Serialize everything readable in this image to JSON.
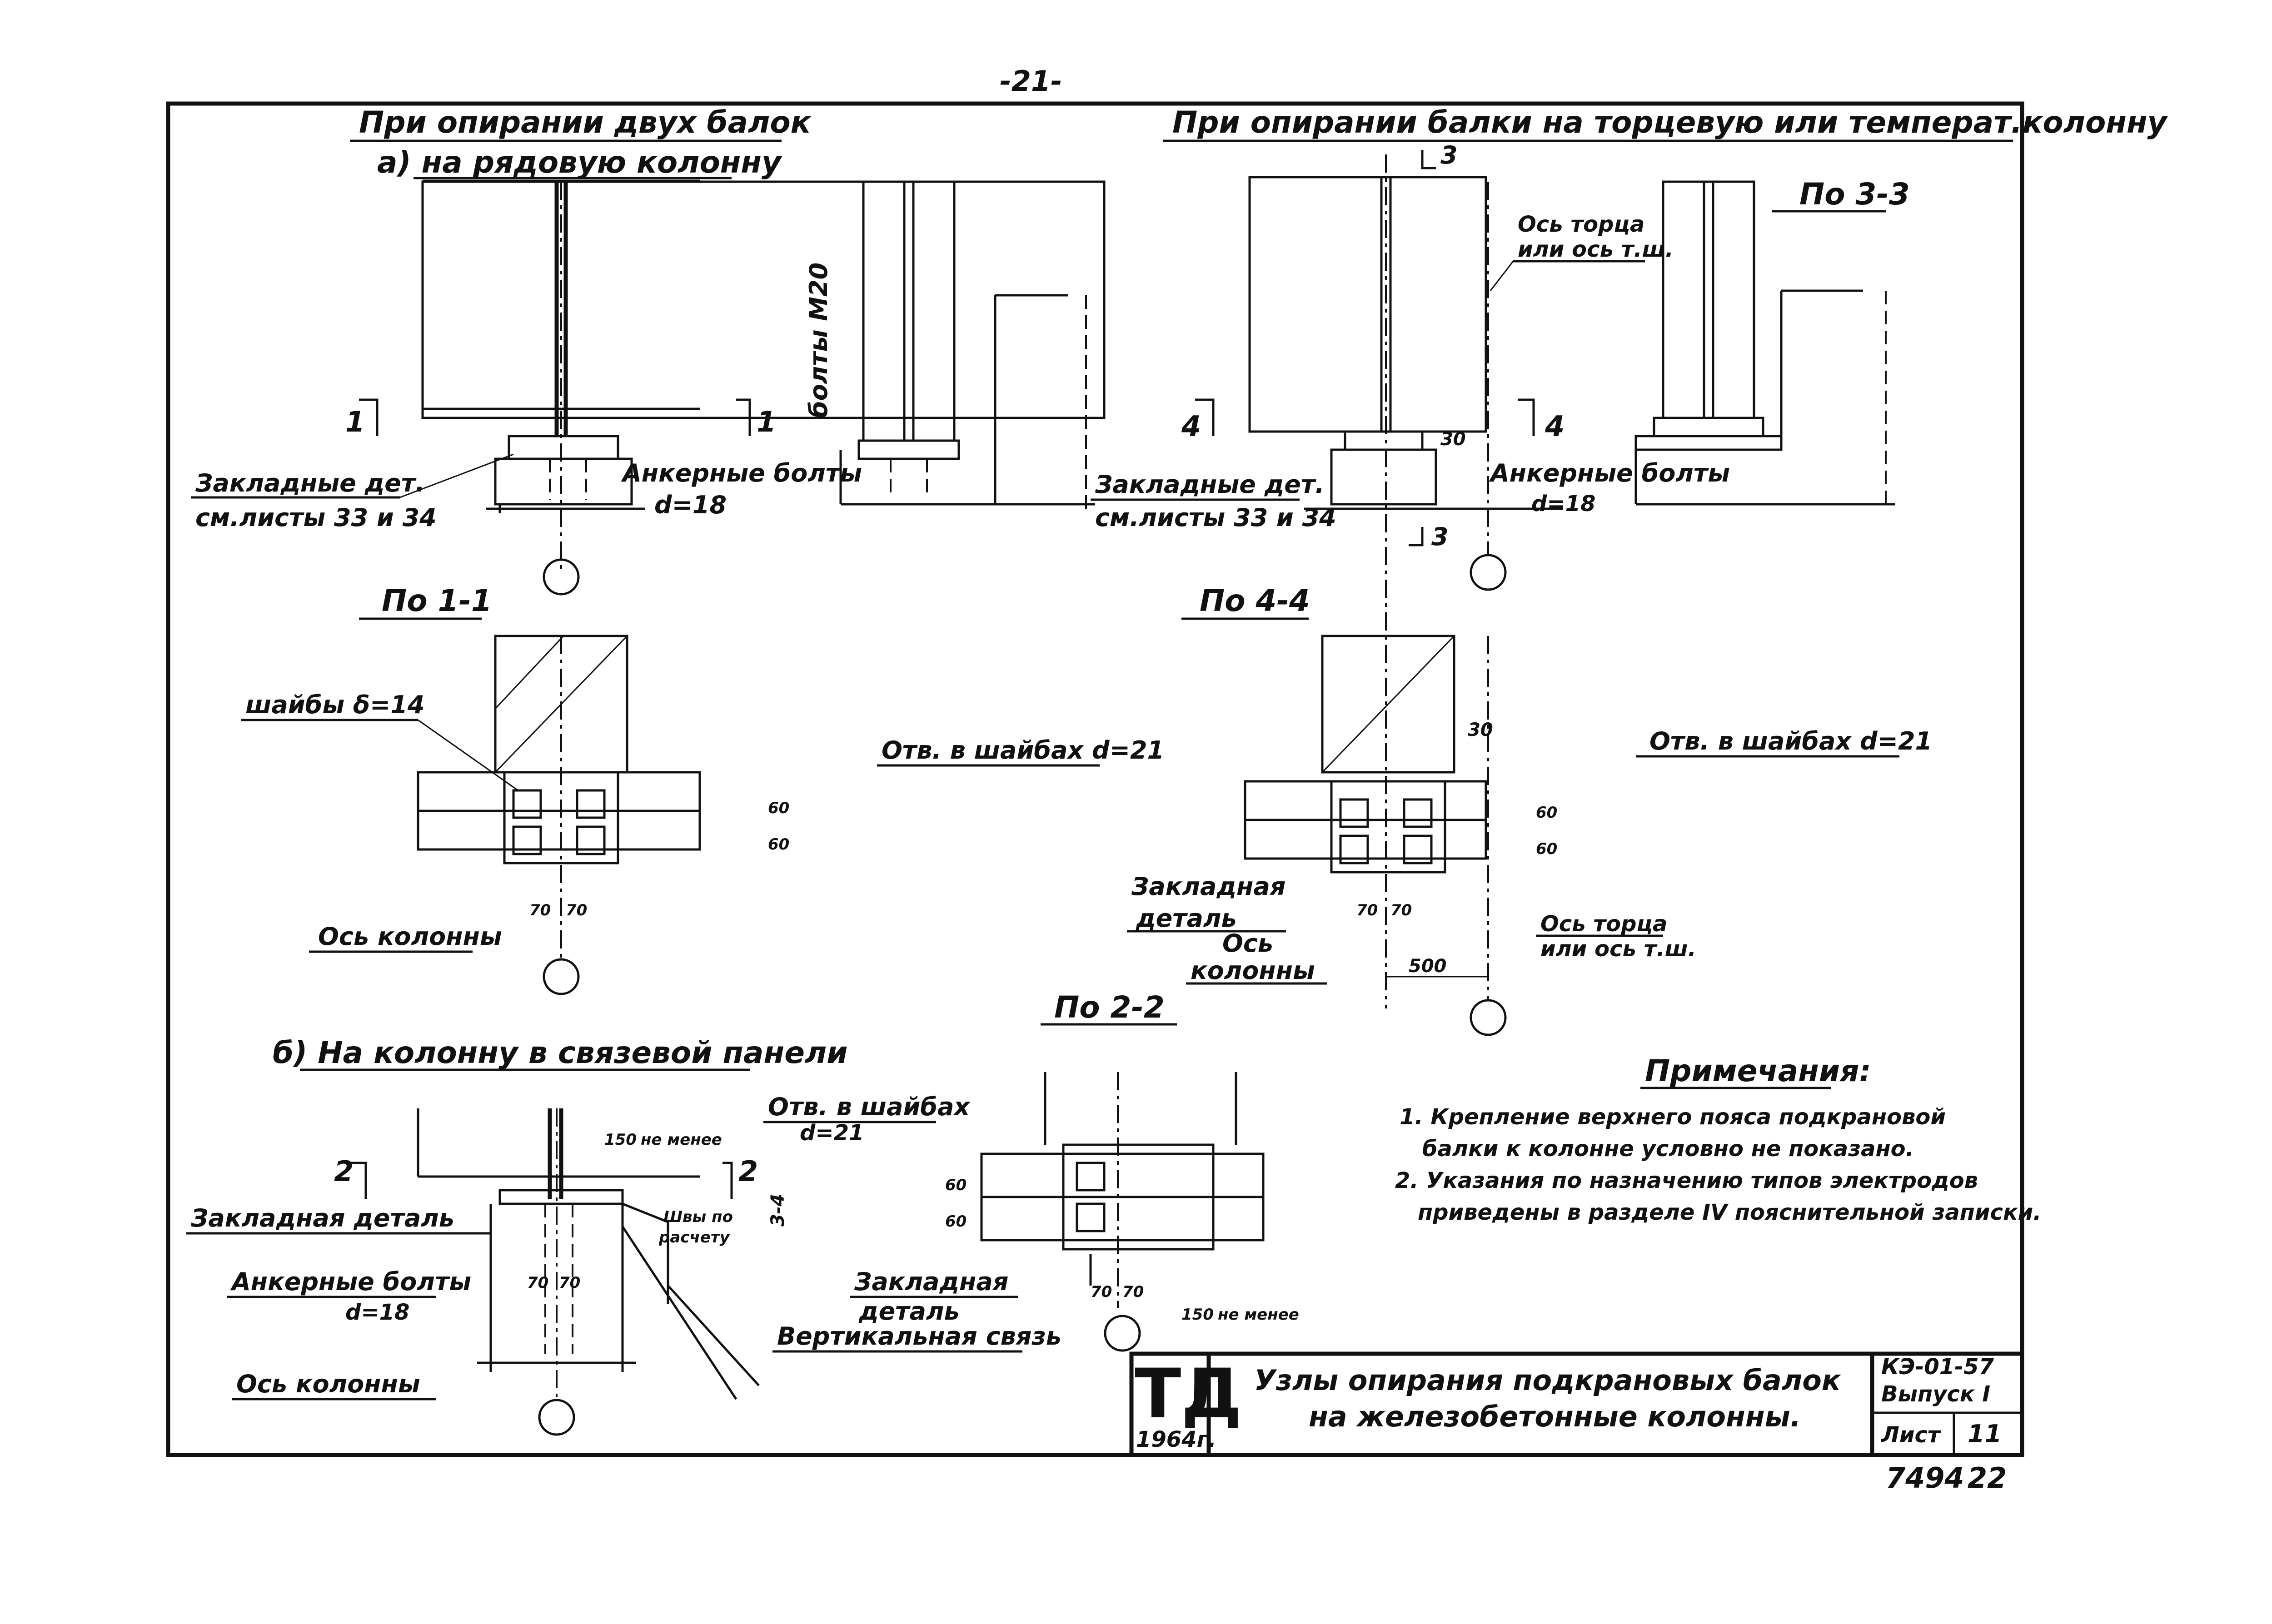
{
  "page_number": "-21-",
  "header_left": "При опирании двух балок",
  "header_right": "При опирании балки на торцевую или температ.колонну",
  "section_a": "а) на рядовую колонну",
  "section_b": "б) На колонну в связевой панели",
  "views": {
    "v11": "По 1-1",
    "v44": "По 4-4",
    "v33": "По 3-3",
    "v22": "По 2-2"
  },
  "cut_marks": [
    "1",
    "1",
    "4",
    "4",
    "3",
    "3",
    "2",
    "2"
  ],
  "labels": {
    "embedded_parts": "Закладные дет.",
    "see_sheets": "см.листы 33 и 34",
    "anchor_bolts": "Анкерные болты",
    "d18": "d=18",
    "bolts_m20": "болты М20",
    "axis_end_1": "Ось торца",
    "axis_end_2": "или ось т.ш.",
    "washers": "шайбы δ=14",
    "holes_washers": "Отв. в шайбах d=21",
    "column_axis": "Ось колонны",
    "column_axis_1": "Ось",
    "column_axis_2": "колонны",
    "embedded_detail_1": "Закладная",
    "embedded_detail_2": "деталь",
    "embedded_detail": "Закладная деталь",
    "holes_washers_1": "Отв. в шайбах",
    "d21": "d=21",
    "welds_1": "Швы по",
    "welds_2": "расчету",
    "not_less": "не менее",
    "vertical_bracing": "Вертикальная связь",
    "dim_70": "70",
    "dim_60": "60",
    "dim_30": "30",
    "dim_500": "500",
    "dim_150": "150",
    "dim_34": "3-4"
  },
  "notes": {
    "title": "Примечания:",
    "n1a": "1. Крепление верхнего пояса подкрановой",
    "n1b": "балки к колонне условно не показано.",
    "n2a": "2. Указания по назначению типов электродов",
    "n2b": "приведены в разделе IV пояснительной записки."
  },
  "title_block": {
    "logo": "ТД",
    "year": "1964г.",
    "title_1": "Узлы опирания подкрановых балок",
    "title_2": "на железобетонные колонны.",
    "code": "КЭ-01-57",
    "issue": "Выпуск I",
    "sheet_label": "Лист",
    "sheet_number": "11"
  },
  "stamp": "7494",
  "stamp_2": "22"
}
